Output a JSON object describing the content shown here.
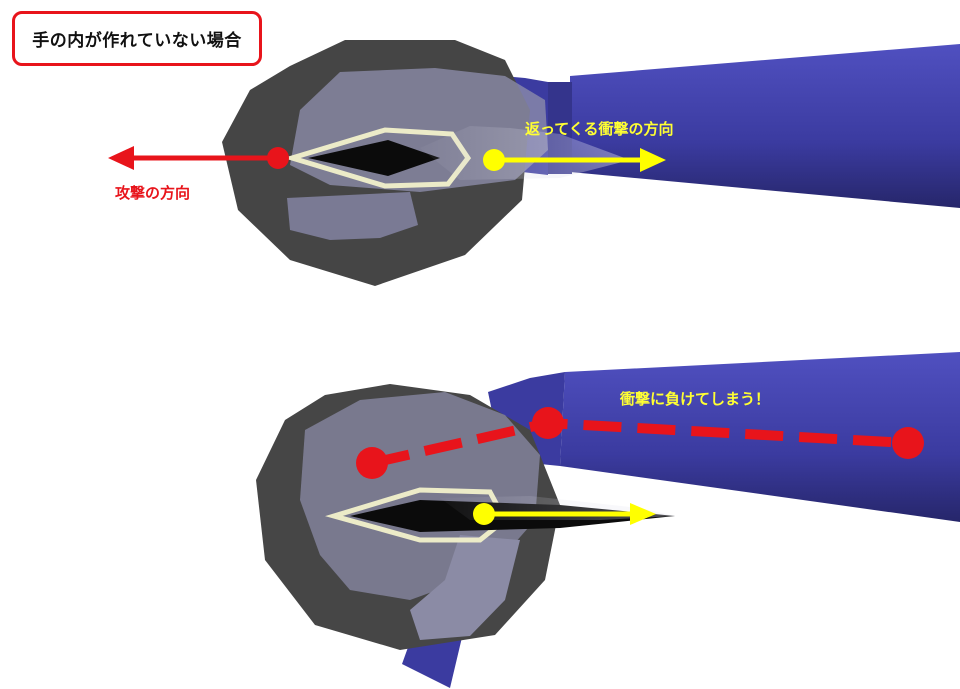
{
  "title": "手の内が作れていない場合",
  "labels": {
    "attack_direction": "攻撃の方向",
    "return_direction": "返ってくる衝撃の方向",
    "lose_to_impact": "衝撃に負けてしまう！"
  },
  "colors": {
    "title_border": "#e8141b",
    "attack_arrow": "#e8141b",
    "impact_arrow": "#ffff00",
    "impact_label": "#ffff33",
    "sleeve": "#3b3ba0",
    "glove": "#464646",
    "hand": "#8a8aa6",
    "blade": "#000000",
    "blade_outline": "#f0f0d0"
  }
}
